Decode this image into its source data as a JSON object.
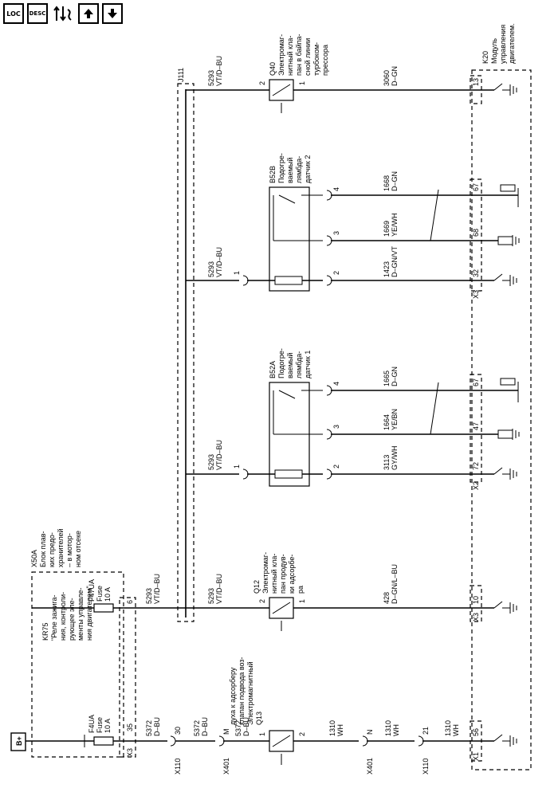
{
  "toolbar": {
    "loc_label": "LOC",
    "desc_label": "DESC",
    "loc_icon": "loc-icon",
    "desc_icon": "desc-icon",
    "wiring_icon": "wiring-harness-icon",
    "up_icon": "arrow-up-icon",
    "down_icon": "arrow-down-icon"
  },
  "diagram": {
    "battery": "B+",
    "x50a": {
      "id": "X50A",
      "text": [
        "Блок плав-",
        "ких предо-",
        "хранителей",
        "– в мотор-",
        "ном отсеке"
      ]
    },
    "kr75": {
      "id": "KR75",
      "text": [
        "\"Реле зажига-",
        "ния, контроли-",
        "рующее эле-",
        "менты управле-",
        "ния двигателем\""
      ]
    },
    "fuse_f4ua": {
      "id": "F4UA",
      "rating": "Fuse",
      "amp": "10 A"
    },
    "fuse_f47ua": {
      "id": "F47UA",
      "rating": "Fuse",
      "amp": "10 A"
    },
    "x3_label": "X3",
    "x3_pin35": "35",
    "x3_pin6": "6",
    "j111": "J111",
    "wires": {
      "w5293": "5293",
      "w5293_color": "VT/D–BU",
      "w5372": "5372",
      "w5372_color": "D–BU",
      "w1310": "1310",
      "w1310_color": "WH",
      "w428": "428",
      "w428_color": "D–GN/L–BU",
      "w3060": "3060",
      "w3060_color": "D–GN",
      "w1668": "1668",
      "w1668_color": "D–GN",
      "w1669": "1669",
      "w1669_color": "YE/WH",
      "w1423": "1423",
      "w1423_color": "D–GN/VT",
      "w1665": "1665",
      "w1665_color": "D–GN",
      "w1664": "1664",
      "w1664_color": "YE/BN",
      "w3113": "3113",
      "w3113_color": "GY/WH"
    },
    "connectors": {
      "x110": "X110",
      "x110_p30": "30",
      "x110_p21": "21",
      "x401": "X401",
      "x401_pm": "M",
      "x401_pn": "N"
    },
    "q13": {
      "id": "Q13",
      "text": [
        "Электромагнитный",
        "клапан подвода воз-",
        "духа к адсорберу"
      ],
      "pin1": "1",
      "pin2": "2"
    },
    "q12": {
      "id": "Q12",
      "text": [
        "Электромаг-",
        "нитный кла-",
        "пан продув-",
        "ки адсорбе-",
        "ра"
      ],
      "pin1": "1",
      "pin2": "2"
    },
    "q40": {
      "id": "Q40",
      "text": [
        "Электромаг-",
        "нитный кла-",
        "пан в байпа-",
        "сной линии",
        "турбоком-",
        "прессора"
      ],
      "pin1": "1",
      "pin2": "2"
    },
    "b52a": {
      "id": "B52A",
      "text": [
        "Подогре-",
        "ваемый",
        "лямбда-",
        "датчик 1"
      ],
      "pins": [
        "1",
        "2",
        "3",
        "4"
      ]
    },
    "b52b": {
      "id": "B52B",
      "text": [
        "Подогре-",
        "ваемый",
        "лямбда-",
        "датчик 2"
      ],
      "pins": [
        "1",
        "2",
        "3",
        "4"
      ]
    },
    "k20": {
      "id": "K20",
      "text": [
        "Модуль",
        "управления",
        "двигателем."
      ]
    },
    "ecm_pins": {
      "x1": "X1",
      "p56": "56",
      "x3a": "X3",
      "p10": "10",
      "x2": "X2",
      "p72": "72",
      "p47": "47",
      "p67a": "67",
      "x3b": "X3",
      "p32": "32",
      "p68": "68",
      "p67b": "67",
      "p13": "13"
    }
  }
}
